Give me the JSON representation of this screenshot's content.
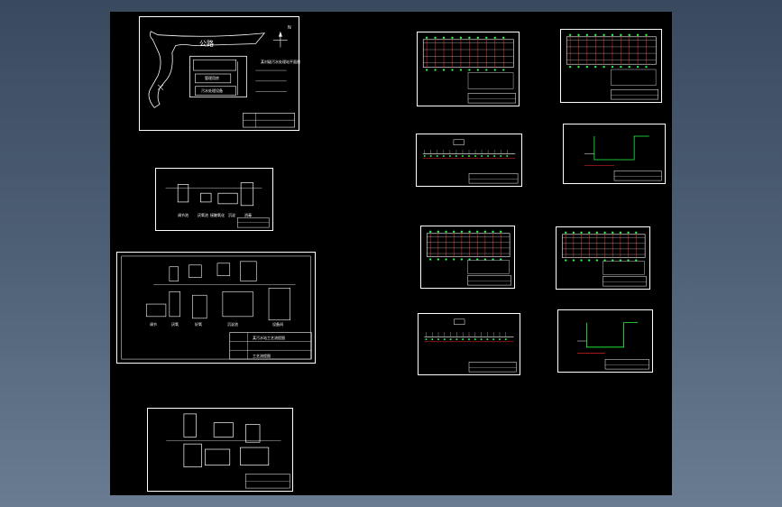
{
  "viewport": {
    "background": "#000000",
    "line_color": "#ffffff",
    "accent_red": "#ff2a2a",
    "accent_green": "#22ff44"
  },
  "sheet1": {
    "title": "公路",
    "north_label": "N",
    "legend_title": "某村级污水处理站平面图",
    "box_a": "管理用房",
    "box_b": "污水处理设备",
    "legend_rows": [
      "",
      "",
      ""
    ]
  },
  "sheet2": {
    "labels": [
      "调节池",
      "厌氧池",
      "接触氧化",
      "沉淀",
      "消毒"
    ]
  },
  "sheet3": {
    "labels": [
      "调节",
      "厌氧",
      "好氧",
      "沉淀池",
      "设备间"
    ],
    "tb_title": "某污水站工艺流程图",
    "tb_sub": "工艺流程图"
  },
  "sheet4": {
    "labels": []
  }
}
